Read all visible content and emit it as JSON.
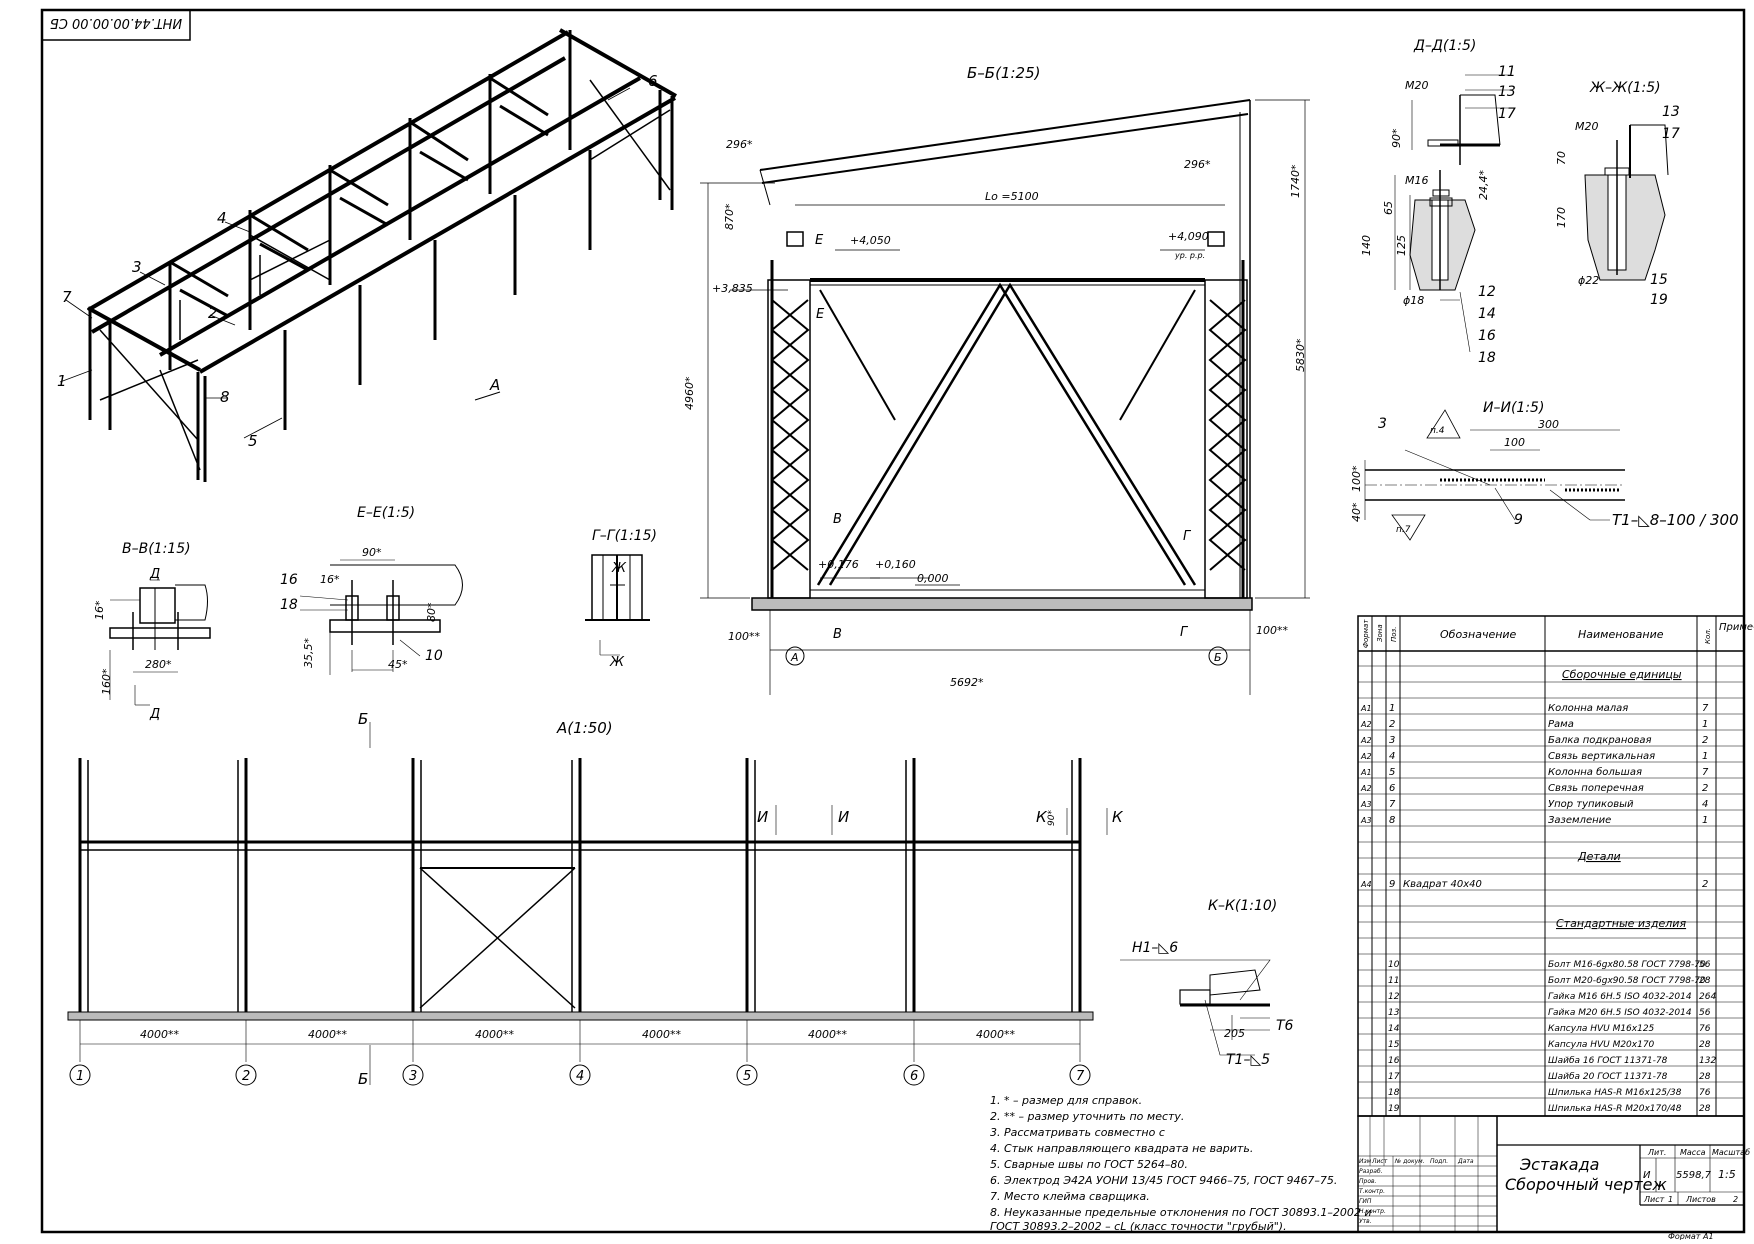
{
  "code": "ИНТ.44.00.00.00 СБ",
  "views": {
    "bb": "Б–Б(1:25)",
    "dd": "Д–Д(1:5)",
    "zhzh": "Ж–Ж(1:5)",
    "ii": "И–И(1:5)",
    "ee": "Е–Е(1:5)",
    "vv": "В–В(1:15)",
    "gg": "Г–Г(1:15)",
    "a": "А(1:50)",
    "kk": "К–К(1:10)"
  },
  "iso_positions": [
    "1",
    "2",
    "3",
    "4",
    "5",
    "6",
    "7",
    "8"
  ],
  "bb_dims": {
    "d296l": "296*",
    "d296r": "296*",
    "lo": "Lо =5100",
    "d870": "870*",
    "d1740": "1740*",
    "d4960": "4960*",
    "d5830": "5830*",
    "e4050": "+4,050",
    "e4090": "+4,090",
    "e3835": "+3,835",
    "e0176": "+0,176",
    "e0160": "+0,160",
    "e0000": "0,000",
    "urrr": "ур. р.р.",
    "d100l": "100**",
    "d100r": "100**",
    "d5692": "5692*",
    "axisA": "А",
    "axisB": "Б",
    "cutE": "Е",
    "cutV": "В",
    "cutG": "Г"
  },
  "dd_labels": {
    "m20": "М20",
    "m16": "М16",
    "d90": "90*",
    "d65": "65",
    "d125": "125",
    "d140": "140",
    "d18": "ϕ18",
    "d244": "24,4*",
    "p11": "11",
    "p13": "13",
    "p17": "17",
    "p12": "12",
    "p14": "14",
    "p16": "16",
    "p18": "18"
  },
  "zh_labels": {
    "m20": "М20",
    "d70": "70",
    "d170": "170",
    "d22": "ϕ22",
    "p13": "13",
    "p17": "17",
    "p15": "15",
    "p19": "19"
  },
  "ii_labels": {
    "p3": "3",
    "n4": "п.4",
    "n7": "п.7",
    "d300": "300",
    "d100": "100",
    "d100v": "100*",
    "d40": "40*",
    "p9": "9",
    "weld": "Т1–◺8–100 / 300"
  },
  "ee_labels": {
    "p16": "16",
    "p18": "18",
    "p10": "10",
    "d90": "90*",
    "d16": "16*",
    "d80": "80*",
    "d355": "35,5*",
    "d45": "45*"
  },
  "vv_labels": {
    "d16": "16*",
    "d160": "160*",
    "d280": "280*",
    "cut": "Д"
  },
  "gg_labels": {
    "cut": "Ж"
  },
  "a_view": {
    "spans": [
      "4000**",
      "4000**",
      "4000**",
      "4000**",
      "4000**",
      "4000**"
    ],
    "axes": [
      "1",
      "2",
      "3",
      "4",
      "5",
      "6",
      "7"
    ],
    "cutB": "Б",
    "cutI": "И",
    "cutK": "К",
    "d90": "90*"
  },
  "kk_labels": {
    "h1": "Н1–◺6",
    "t6": "Т6",
    "t1": "Т1–◺5",
    "d205": "205"
  },
  "notes": [
    "1.  * – размер для справок.",
    "2.  ** – размер уточнить по месту.",
    "3.  Рассматривать совместно с",
    "4.  Стык направляющего квадрата не варить.",
    "5.  Сварные швы по ГОСТ 5264–80.",
    "6.  Электрод Э42А УОНИ 13/45 ГОСТ 9466–75, ГОСТ 9467–75.",
    "7.  Место клейма сварщика.",
    "8.  Неуказанные предельные отклонения по ГОСТ 30893.1–2002 и",
    "ГОСТ 30893.2–2002 – cL (класс точности \"грубый\")."
  ],
  "spec": {
    "headers": [
      "Формат",
      "Зона",
      "Поз.",
      "Обозначение",
      "Наименование",
      "Кол.",
      "Приме-чание"
    ],
    "sections": {
      "assembly": "Сборочные единицы",
      "details": "Детали",
      "standard": "Стандартные изделия"
    },
    "rows": [
      {
        "format": "А1",
        "pos": "1",
        "name": "Колонна малая",
        "qty": "7"
      },
      {
        "format": "А2",
        "pos": "2",
        "name": "Рама",
        "qty": "1"
      },
      {
        "format": "А2",
        "pos": "3",
        "name": "Балка подкрановая",
        "qty": "2"
      },
      {
        "format": "А2",
        "pos": "4",
        "name": "Связь вертикальная",
        "qty": "1"
      },
      {
        "format": "А1",
        "pos": "5",
        "name": "Колонна большая",
        "qty": "7"
      },
      {
        "format": "А2",
        "pos": "6",
        "name": "Связь поперечная",
        "qty": "2"
      },
      {
        "format": "А3",
        "pos": "7",
        "name": "Упор тупиковый",
        "qty": "4"
      },
      {
        "format": "А3",
        "pos": "8",
        "name": "Заземление",
        "qty": "1"
      },
      {
        "format": "А4",
        "pos": "9",
        "name": "Квадрат 40х40",
        "qty": "2"
      },
      {
        "format": "",
        "pos": "10",
        "name": "Болт М16-6gх80.58 ГОСТ 7798-70",
        "qty": "56"
      },
      {
        "format": "",
        "pos": "11",
        "name": "Болт М20-6gх90.58 ГОСТ 7798-70",
        "qty": "28"
      },
      {
        "format": "",
        "pos": "12",
        "name": "Гайка М16 6Н.5 ISO 4032-2014",
        "qty": "264"
      },
      {
        "format": "",
        "pos": "13",
        "name": "Гайка М20 6Н.5 ISO 4032-2014",
        "qty": "56"
      },
      {
        "format": "",
        "pos": "14",
        "name": "Капсула HVU М16х125",
        "qty": "76"
      },
      {
        "format": "",
        "pos": "15",
        "name": "Капсула HVU М20х170",
        "qty": "28"
      },
      {
        "format": "",
        "pos": "16",
        "name": "Шайба 16 ГОСТ 11371-78",
        "qty": "132"
      },
      {
        "format": "",
        "pos": "17",
        "name": "Шайба 20 ГОСТ 11371-78",
        "qty": "28"
      },
      {
        "format": "",
        "pos": "18",
        "name": "Шпилька HAS-R М16х125/38",
        "qty": "76"
      },
      {
        "format": "",
        "pos": "19",
        "name": "Шпилька HAS-R М20х170/48",
        "qty": "28"
      }
    ]
  },
  "title_block": {
    "title_line1": "Эстакада",
    "title_line2": "Сборочный чертеж",
    "hdr_izm": "Изм",
    "hdr_list": "Лист",
    "hdr_doc": "№ докум.",
    "hdr_sign": "Подп.",
    "hdr_date": "Дата",
    "roles": [
      "Разраб.",
      "Пров.",
      "Т.контр.",
      "ГИП",
      "Н.контр.",
      "Утв."
    ],
    "lit_label": "Лит.",
    "mass_label": "Масса",
    "scale_label": "Масштаб",
    "lit_value": "И",
    "mass_value": "5598,7",
    "scale_value": "1:5",
    "sheet_label": "Лист",
    "sheet_value": "1",
    "sheets_label": "Листов",
    "sheets_value": "2",
    "format": "Формат   А1"
  }
}
